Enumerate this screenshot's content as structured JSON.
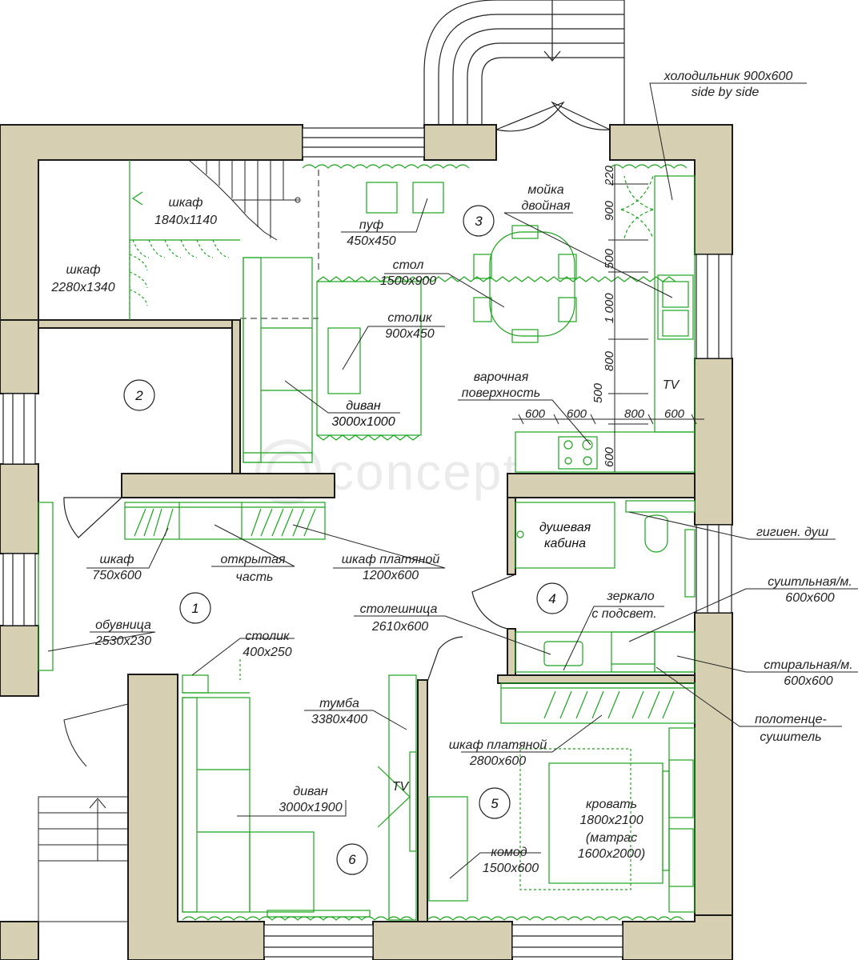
{
  "watermark": "concept",
  "room_numbers": [
    "1",
    "2",
    "3",
    "4",
    "5",
    "6"
  ],
  "labels": {
    "fridge_1": "холодильник 900х600",
    "fridge_2": "side by side",
    "sink_1": "мойка",
    "sink_2": "двойная",
    "wardrobe_small_1": "шкаф",
    "wardrobe_small_2": "1840х1140",
    "wardrobe_left_1": "шкаф",
    "wardrobe_left_2": "2280х1340",
    "pouf_1": "пуф",
    "pouf_2": "450х450",
    "table_1": "стол",
    "table_2": "1500х900",
    "coffee_table_1": "столик",
    "coffee_table_2": "900х450",
    "hob_1": "варочная",
    "hob_2": "поверхность",
    "sofa_top_1": "диван",
    "sofa_top_2": "3000х1000",
    "tv_kitchen": "TV",
    "shower_1": "душевая",
    "shower_2": "кабина",
    "hyg_shower": "гигиен. душ",
    "dryer_1": "суштльная/м.",
    "dryer_2": "600х600",
    "washer_1": "стиральная/м.",
    "washer_2": "600х600",
    "towel_1": "полотенце-",
    "towel_2": "сушитель",
    "mirror_1": "зеркало",
    "mirror_2": "с подсвет.",
    "countertop_1": "столешница",
    "countertop_2": "2610х600",
    "closet750_1": "шкаф",
    "closet750_2": "750х600",
    "open_part_1": "открытая",
    "open_part_2": "часть",
    "closet1200_1": "шкаф платяной",
    "closet1200_2": "1200х600",
    "shoe_1": "обувница",
    "shoe_2": "2530х230",
    "side_table_1": "столик",
    "side_table_2": "400х250",
    "tv_unit_1": "тумба",
    "tv_unit_2": "3380х400",
    "tv_living": "TV",
    "sofa_big_1": "диван",
    "sofa_big_2": "3000х1900",
    "closet2800_1": "шкаф платяной",
    "closet2800_2": "2800х600",
    "bed_1": "кровать",
    "bed_2": "1800х2100",
    "bed_3": "(матрас",
    "bed_4": "1600х2000)",
    "dresser_1": "комод",
    "dresser_2": "1500х600"
  },
  "dimensions": {
    "vertical": [
      "220",
      "900",
      "500",
      "1 000",
      "800",
      "500",
      "600"
    ],
    "horizontal": [
      "600",
      "600",
      "800",
      "600"
    ]
  },
  "colors": {
    "wall_fill": "#d6cfb2",
    "wall_stroke": "#1a1a1a",
    "furniture": "#1aa51a",
    "line": "#222222"
  }
}
